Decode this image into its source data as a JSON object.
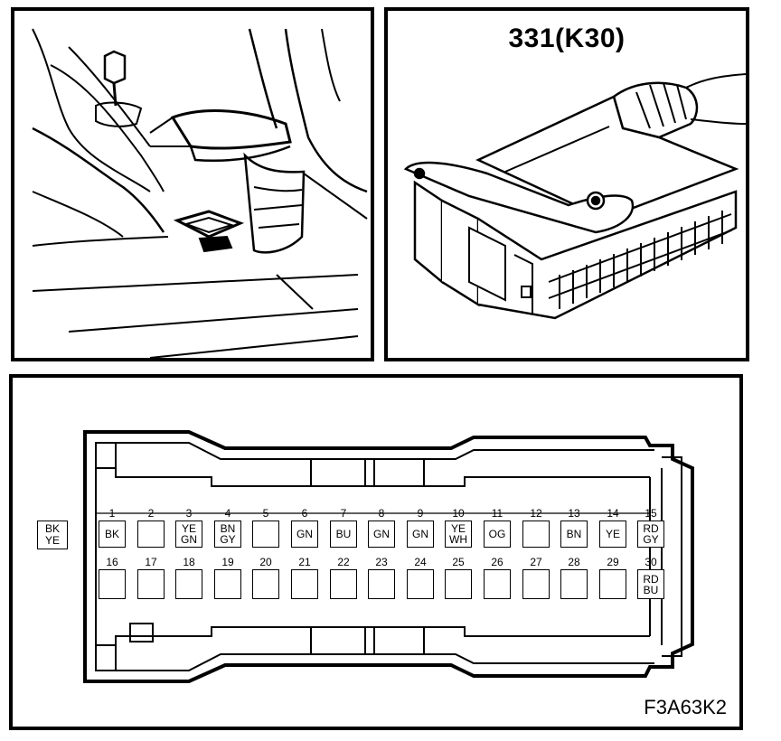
{
  "connector": {
    "title": "331(K30)"
  },
  "figure_code": "F3A63K2",
  "side_label": {
    "line1": "BK",
    "line2": "YE"
  },
  "pins": [
    {
      "num": "1",
      "c1": "BK",
      "c2": ""
    },
    {
      "num": "2",
      "c1": "",
      "c2": ""
    },
    {
      "num": "3",
      "c1": "YE",
      "c2": "GN"
    },
    {
      "num": "4",
      "c1": "BN",
      "c2": "GY"
    },
    {
      "num": "5",
      "c1": "",
      "c2": ""
    },
    {
      "num": "6",
      "c1": "GN",
      "c2": ""
    },
    {
      "num": "7",
      "c1": "BU",
      "c2": ""
    },
    {
      "num": "8",
      "c1": "GN",
      "c2": ""
    },
    {
      "num": "9",
      "c1": "GN",
      "c2": ""
    },
    {
      "num": "10",
      "c1": "YE",
      "c2": "WH"
    },
    {
      "num": "11",
      "c1": "OG",
      "c2": ""
    },
    {
      "num": "12",
      "c1": "",
      "c2": ""
    },
    {
      "num": "13",
      "c1": "BN",
      "c2": ""
    },
    {
      "num": "14",
      "c1": "YE",
      "c2": ""
    },
    {
      "num": "15",
      "c1": "RD",
      "c2": "GY"
    },
    {
      "num": "16",
      "c1": "",
      "c2": ""
    },
    {
      "num": "17",
      "c1": "",
      "c2": ""
    },
    {
      "num": "18",
      "c1": "",
      "c2": ""
    },
    {
      "num": "19",
      "c1": "",
      "c2": ""
    },
    {
      "num": "20",
      "c1": "",
      "c2": ""
    },
    {
      "num": "21",
      "c1": "",
      "c2": ""
    },
    {
      "num": "22",
      "c1": "",
      "c2": ""
    },
    {
      "num": "23",
      "c1": "",
      "c2": ""
    },
    {
      "num": "24",
      "c1": "",
      "c2": ""
    },
    {
      "num": "25",
      "c1": "",
      "c2": ""
    },
    {
      "num": "26",
      "c1": "",
      "c2": ""
    },
    {
      "num": "27",
      "c1": "",
      "c2": ""
    },
    {
      "num": "28",
      "c1": "",
      "c2": ""
    },
    {
      "num": "29",
      "c1": "",
      "c2": ""
    },
    {
      "num": "30",
      "c1": "RD",
      "c2": "BU"
    }
  ]
}
